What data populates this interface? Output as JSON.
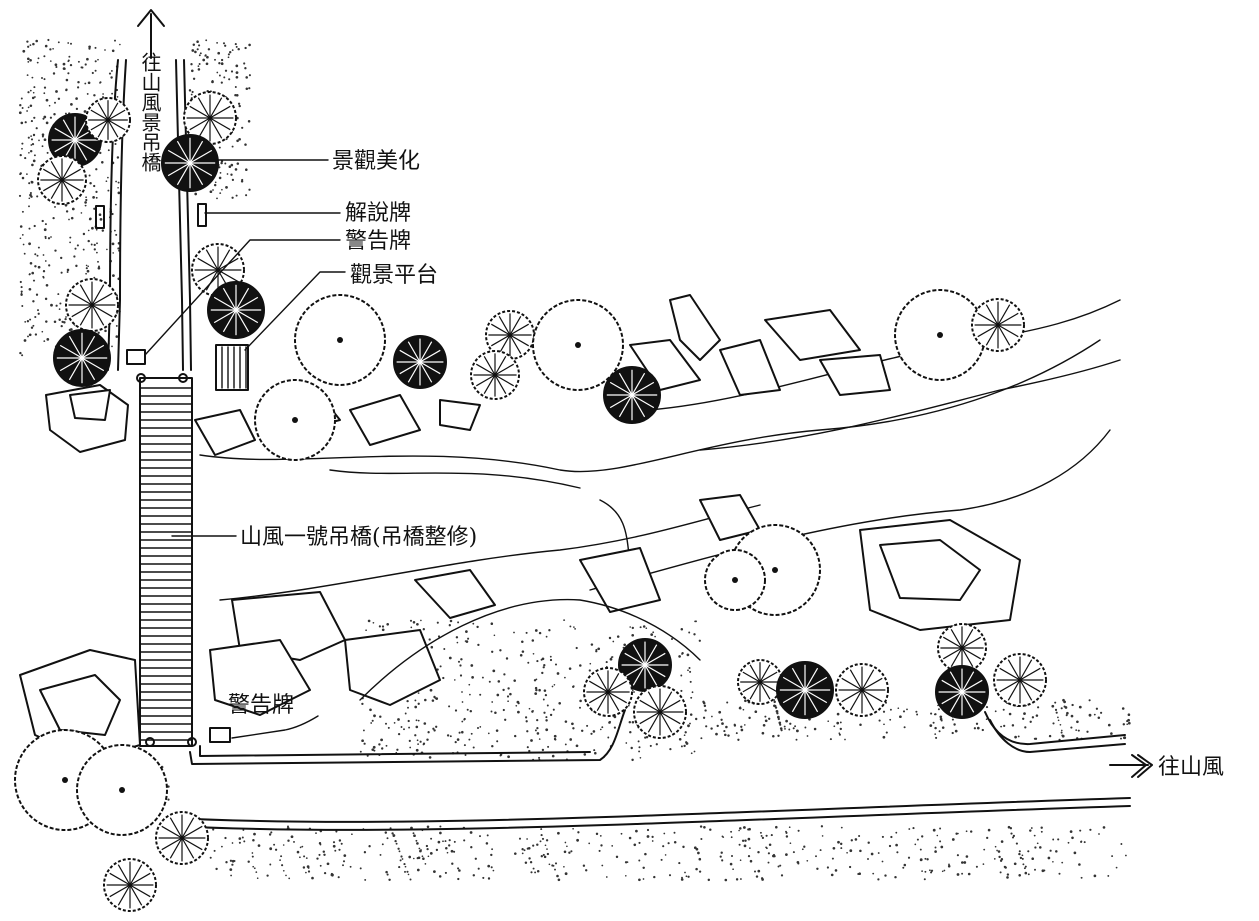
{
  "diagram": {
    "top_route_label": "往山風景吊橋",
    "east_route_label": "往山風",
    "callouts": [
      {
        "id": "landscape",
        "text": "景觀美化"
      },
      {
        "id": "interpret",
        "text": "解說牌"
      },
      {
        "id": "warning_top",
        "text": "警告牌"
      },
      {
        "id": "viewing",
        "text": "觀景平台"
      },
      {
        "id": "bridge",
        "text": "山風一號吊橋(吊橋整修)"
      },
      {
        "id": "warning_bottom",
        "text": "警告牌"
      }
    ]
  }
}
